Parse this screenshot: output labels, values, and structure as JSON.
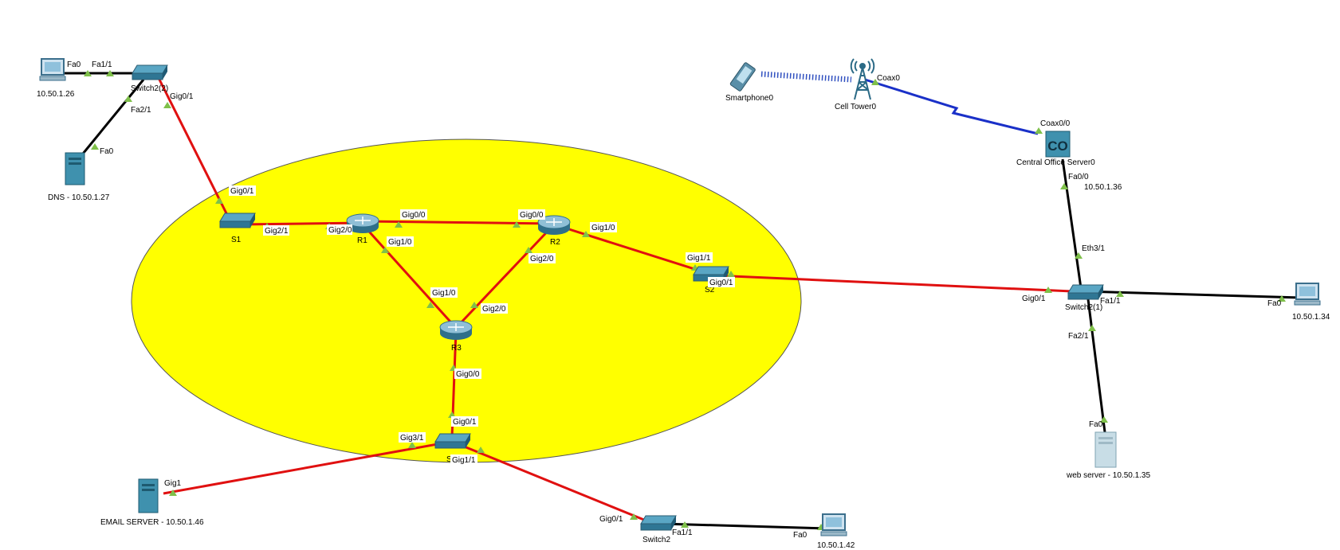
{
  "topology": {
    "ellipse_color": "#ffff00",
    "link_colors": {
      "ethernet_straight": "#000000",
      "ethernet_cross": "#e01010",
      "coax": "#1a30c8",
      "wireless": "#3050c0"
    },
    "devices": {
      "pc_top_left": {
        "label": "10.50.1.26",
        "icon": "pc-icon"
      },
      "switch_top": {
        "label": "Switch2(2)",
        "icon": "switch-icon"
      },
      "dns_server": {
        "label": "DNS - 10.50.1.27",
        "icon": "server-icon"
      },
      "s1": {
        "label": "S1",
        "icon": "switch-icon"
      },
      "r1": {
        "label": "R1",
        "icon": "router-icon"
      },
      "r2": {
        "label": "R2",
        "icon": "router-icon"
      },
      "r3": {
        "label": "R3",
        "icon": "router-icon"
      },
      "s2": {
        "label": "S2",
        "icon": "switch-icon"
      },
      "s3": {
        "label": "S3",
        "icon": "switch-icon"
      },
      "email_server": {
        "label": "EMAIL SERVER - 10.50.1.46",
        "icon": "server-icon"
      },
      "switch_bottom": {
        "label": "Switch2",
        "icon": "switch-icon"
      },
      "pc_bottom": {
        "label": "10.50.1.42",
        "icon": "pc-icon"
      },
      "smartphone": {
        "label": "Smartphone0",
        "icon": "smartphone-icon"
      },
      "cell_tower": {
        "label": "Cell Tower0",
        "icon": "cell-tower-icon"
      },
      "central_office": {
        "label": "Central Office Server0",
        "icon": "central-office-icon",
        "glyph": "CO"
      },
      "co_ip": {
        "label": "10.50.1.36"
      },
      "switch_right": {
        "label": "Switch2(1)",
        "icon": "switch-icon"
      },
      "pc_right": {
        "label": "10.50.1.34",
        "icon": "pc-icon"
      },
      "web_server": {
        "label": "web server - 10.50.1.35",
        "icon": "server-icon"
      }
    },
    "ports": {
      "pc_tl_fa0": "Fa0",
      "sw_top_fa11": "Fa1/1",
      "sw_top_fa21": "Fa2/1",
      "dns_fa0": "Fa0",
      "sw_top_gig01": "Gig0/1",
      "s1_gig01": "Gig0/1",
      "s1_gig21": "Gig2/1",
      "r1_gig20": "Gig2/0",
      "r1_gig00": "Gig0/0",
      "r2_gig00": "Gig0/0",
      "r1_gig10": "Gig1/0",
      "r2_gig10": "Gig1/0",
      "r2_gig20": "Gig2/0",
      "r3_gig10": "Gig1/0",
      "r3_gig20": "Gig2/0",
      "s2_gig11": "Gig1/1",
      "s2_gig01": "Gig0/1",
      "r3_gig00": "Gig0/0",
      "s3_gig01": "Gig0/1",
      "s3_gig31": "Gig3/1",
      "s3_gig11": "Gig1/1",
      "email_gig1": "Gig1",
      "swb_gig01": "Gig0/1",
      "swb_fa11": "Fa1/1",
      "pcb_fa0": "Fa0",
      "tower_coax0": "Coax0",
      "co_coax00": "Coax0/0",
      "co_fa00": "Fa0/0",
      "swr_eth31": "Eth3/1",
      "swr_gig01": "Gig0/1",
      "swr_fa11": "Fa1/1",
      "pcr_fa0": "Fa0",
      "swr_fa21": "Fa2/1",
      "web_fa0": "Fa0"
    }
  }
}
